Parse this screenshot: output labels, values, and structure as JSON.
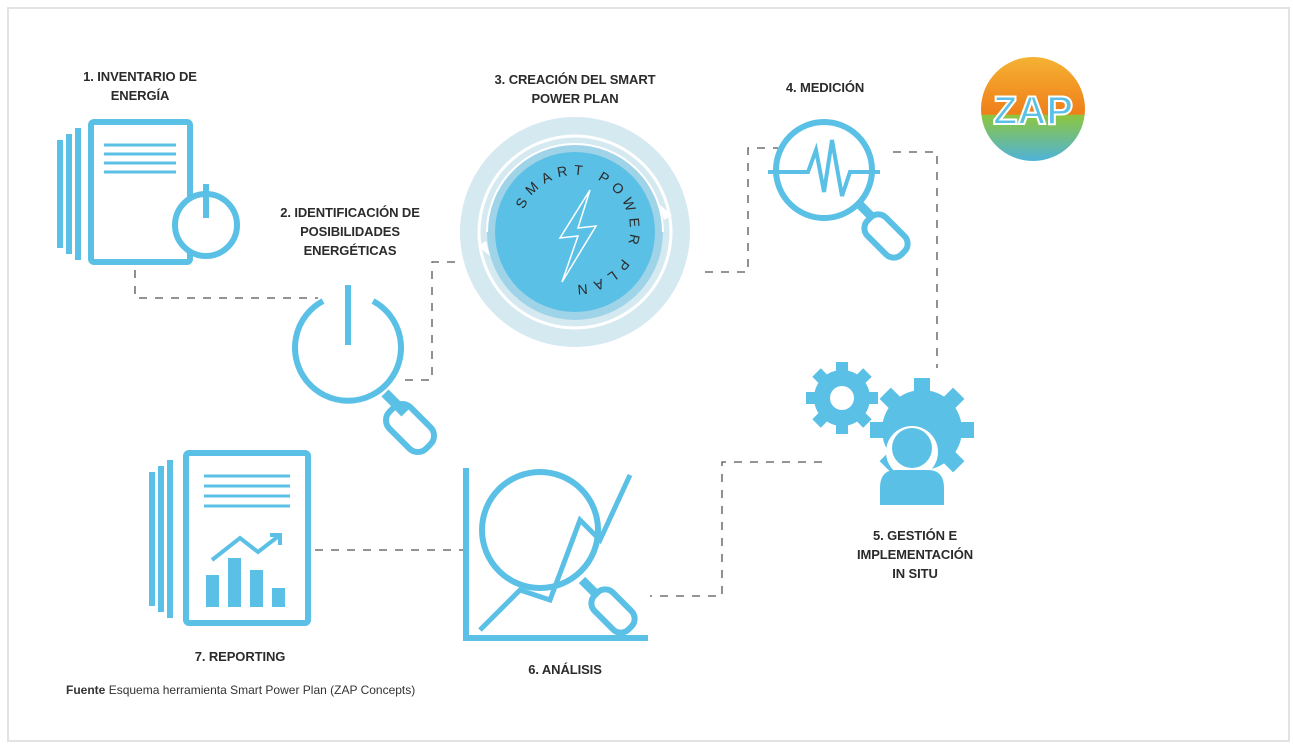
{
  "steps": [
    {
      "line1": "1. INVENTARIO DE",
      "line2": "ENERGÍA"
    },
    {
      "line1": "2. IDENTIFICACIÓN DE",
      "line2": "POSIBILIDADES",
      "line3": "ENERGÉTICAS"
    },
    {
      "line1": "3. CREACIÓN DEL SMART",
      "line2": "POWER PLAN"
    },
    {
      "line1": "4. MEDICIÓN"
    },
    {
      "line1": "5. GESTIÓN E",
      "line2": "IMPLEMENTACIÓN",
      "line3": "IN SITU"
    },
    {
      "line1": "6. ANÁLISIS"
    },
    {
      "line1": "7. REPORTING"
    }
  ],
  "badge": {
    "arc_text": "SMART POWER PLAN"
  },
  "logo": {
    "text": "ZAP"
  },
  "source": {
    "bold": "Fuente",
    "text": "Esquema herramienta Smart Power Plan (ZAP Concepts)"
  },
  "colors": {
    "icon": "#5bc0e6",
    "ring_outer": "#d5e9f1",
    "ring_inner": "#9fd3e8",
    "dash": "#555555",
    "text": "#2b2b2b"
  }
}
